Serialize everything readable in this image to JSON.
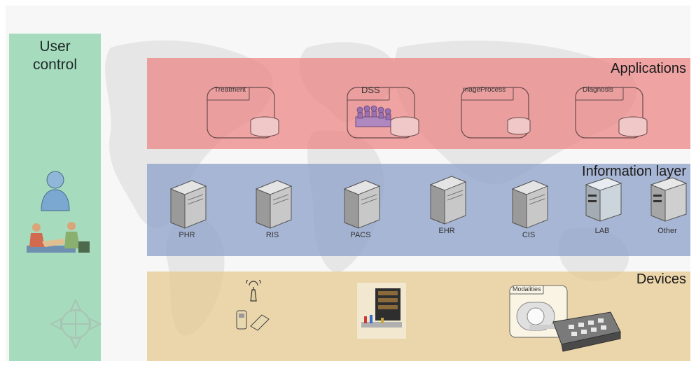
{
  "user_control": {
    "title": "User\ncontrol"
  },
  "layers": {
    "applications": {
      "title": "Applications",
      "items": [
        "Treatment",
        "DSS",
        "mageProcess",
        "Diagnosis"
      ]
    },
    "information": {
      "title": "Information layer",
      "items": [
        "PHR",
        "RIS",
        "PACS",
        "EHR",
        "CIS",
        "LAB",
        "Other"
      ]
    },
    "devices": {
      "title": "Devices",
      "modalities_label": "Modalities"
    }
  },
  "colors": {
    "user_control": "#8cd2aa",
    "applications": "#ec8282",
    "information": "#8ca0c8",
    "devices": "#e6c88c"
  }
}
